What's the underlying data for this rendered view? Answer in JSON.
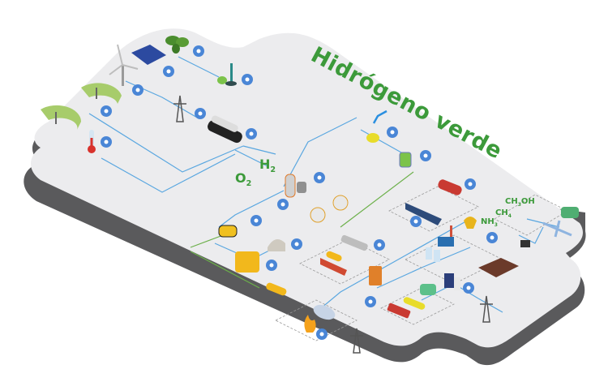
{
  "title": "Hidrógeno verde",
  "labels": {
    "h2": {
      "base": "H",
      "sub": "2"
    },
    "o2": {
      "base": "O",
      "sub": "2"
    },
    "nh3": {
      "base": "NH",
      "sub": "3"
    },
    "ch4": {
      "base": "CH",
      "sub": "4"
    },
    "ch3oh": {
      "base": "CH",
      "sub": "3",
      "tail": "OH"
    }
  },
  "colors": {
    "brand_green": "#3c9a3a",
    "flow_blue": "#5aa7e0",
    "flow_green": "#6cb04a",
    "marker_blue": "#4a86d6",
    "board_top": "#ececee",
    "board_side": "#5a5a5c"
  },
  "icons": [
    "wind-turbine-icon",
    "solar-panel-icon",
    "biomass-leaf-icon",
    "solar-concentrator-icon",
    "solar-concentrator-icon",
    "thermometer-icon",
    "power-tower-icon",
    "electrolyzer-icon",
    "lab-flask-icon",
    "pipette-icon",
    "bioreactor-icon",
    "storage-tank-icon",
    "gas-sphere-icon",
    "compressor-icon",
    "cylinder-bundle-icon",
    "cave-storage-icon",
    "tanker-truck-icon",
    "lng-ship-icon",
    "ship-icon",
    "truck-icon",
    "refinery-icon",
    "steel-ladle-icon",
    "glass-icon",
    "greenhouse-crops-icon",
    "fuel-cell-icon",
    "airplane-icon",
    "car-icon",
    "hydrogen-dispenser-icon",
    "pipeline-icon",
    "turbine-icon",
    "flame-icon",
    "bus-icon",
    "train-icon",
    "server-icon"
  ]
}
